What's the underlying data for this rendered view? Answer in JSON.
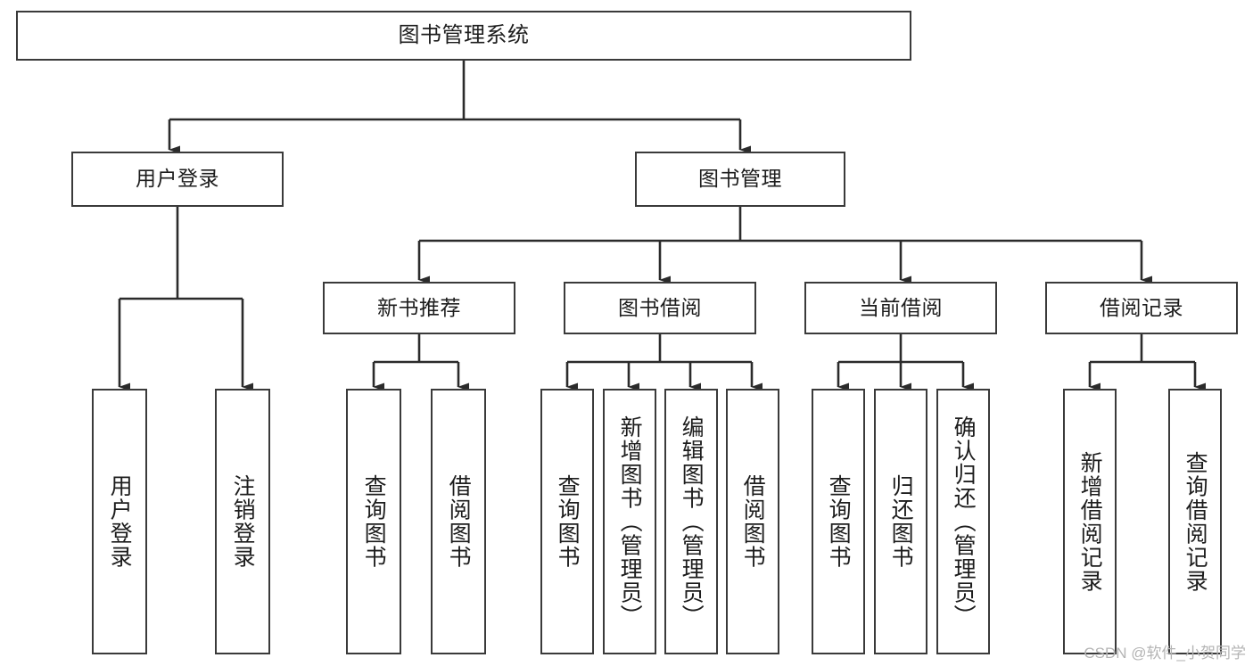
{
  "diagram": {
    "title": "图书管理系统",
    "type": "tree-hierarchy-chart",
    "orientation": "top-down",
    "watermark": "CSDN @软件_小贺同学",
    "colors": {
      "box_border": "#3a3a3a",
      "box_fill": "#ffffff",
      "edge": "#2b2b2b",
      "text": "#1d1d1d",
      "watermark": "#b4b4b4",
      "background": "#ffffff"
    },
    "nodes": {
      "root": {
        "label": "图书管理系统"
      },
      "level2": [
        {
          "id": "user-login",
          "label": "用户登录"
        },
        {
          "id": "book-manage",
          "label": "图书管理"
        }
      ],
      "level3": [
        {
          "id": "new-book-recommend",
          "label": "新书推荐"
        },
        {
          "id": "book-borrow",
          "label": "图书借阅"
        },
        {
          "id": "current-borrow",
          "label": "当前借阅"
        },
        {
          "id": "borrow-record",
          "label": "借阅记录"
        }
      ],
      "leaves": {
        "user-login": [
          {
            "id": "leaf-user-login",
            "label": "用户登录"
          },
          {
            "id": "leaf-logout",
            "label": "注销登录"
          }
        ],
        "new-book-recommend": [
          {
            "id": "leaf-query-book-1",
            "label": "查询图书"
          },
          {
            "id": "leaf-borrow-book-1",
            "label": "借阅图书"
          }
        ],
        "book-borrow": [
          {
            "id": "leaf-query-book-2",
            "label": "查询图书"
          },
          {
            "id": "leaf-add-book",
            "label": "新增图书（管理员）"
          },
          {
            "id": "leaf-edit-book",
            "label": "编辑图书（管理员）"
          },
          {
            "id": "leaf-borrow-book-2",
            "label": "借阅图书"
          }
        ],
        "current-borrow": [
          {
            "id": "leaf-query-book-3",
            "label": "查询图书"
          },
          {
            "id": "leaf-return-book",
            "label": "归还图书"
          },
          {
            "id": "leaf-confirm-return",
            "label": "确认归还（管理员）"
          }
        ],
        "borrow-record": [
          {
            "id": "leaf-add-record",
            "label": "新增借阅记录"
          },
          {
            "id": "leaf-query-record",
            "label": "查询借阅记录"
          }
        ]
      }
    },
    "edges": [
      {
        "from": "root",
        "to": "user-login"
      },
      {
        "from": "root",
        "to": "book-manage"
      },
      {
        "from": "user-login",
        "to": "leaf-user-login"
      },
      {
        "from": "user-login",
        "to": "leaf-logout"
      },
      {
        "from": "book-manage",
        "to": "new-book-recommend"
      },
      {
        "from": "book-manage",
        "to": "book-borrow"
      },
      {
        "from": "book-manage",
        "to": "current-borrow"
      },
      {
        "from": "book-manage",
        "to": "borrow-record"
      },
      {
        "from": "new-book-recommend",
        "to": "leaf-query-book-1"
      },
      {
        "from": "new-book-recommend",
        "to": "leaf-borrow-book-1"
      },
      {
        "from": "book-borrow",
        "to": "leaf-query-book-2"
      },
      {
        "from": "book-borrow",
        "to": "leaf-add-book"
      },
      {
        "from": "book-borrow",
        "to": "leaf-edit-book"
      },
      {
        "from": "book-borrow",
        "to": "leaf-borrow-book-2"
      },
      {
        "from": "current-borrow",
        "to": "leaf-query-book-3"
      },
      {
        "from": "current-borrow",
        "to": "leaf-return-book"
      },
      {
        "from": "current-borrow",
        "to": "leaf-confirm-return"
      },
      {
        "from": "borrow-record",
        "to": "leaf-add-record"
      },
      {
        "from": "borrow-record",
        "to": "leaf-query-record"
      }
    ]
  }
}
